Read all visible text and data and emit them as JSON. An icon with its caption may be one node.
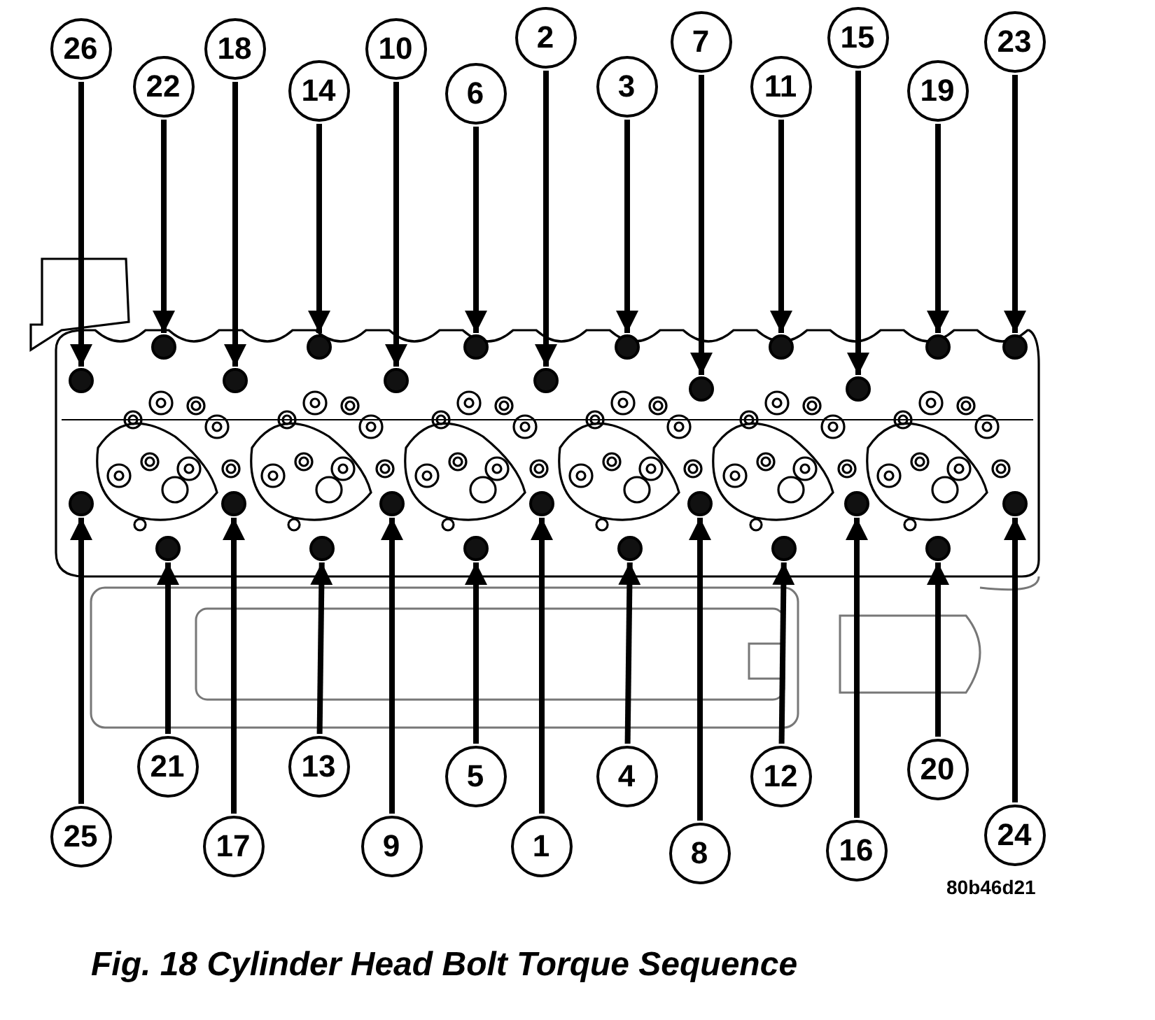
{
  "diagram": {
    "caption": "Fig. 18 Cylinder Head Bolt Torque Sequence",
    "nodes": [
      {
        "text": [
          "26"
        ]
      },
      {
        "text": [
          "22"
        ]
      },
      {
        "text": [
          "18"
        ]
      },
      {
        "text": [
          "14"
        ]
      },
      {
        "text": [
          "10"
        ]
      },
      {
        "text": [
          "6"
        ]
      },
      {
        "text": [
          "2"
        ]
      },
      {
        "text": [
          "3"
        ]
      },
      {
        "text": [
          "7"
        ]
      },
      {
        "text": [
          "11"
        ]
      },
      {
        "text": [
          "15"
        ]
      },
      {
        "text": [
          "19"
        ]
      },
      {
        "text": [
          "23"
        ]
      },
      {
        "text": [],
        "shape": "circle"
      },
      {
        "text": [],
        "shape": "circle"
      },
      {
        "text": [],
        "shape": "circle"
      },
      {
        "text": [],
        "shape": "circle"
      },
      {
        "text": [],
        "shape": "circle"
      },
      {
        "text": [],
        "shape": "circle"
      },
      {
        "text": [],
        "shape": "circle"
      },
      {
        "text": [],
        "shape": "circle"
      },
      {
        "text": [],
        "shape": "circle"
      },
      {
        "text": [],
        "shape": "circle"
      },
      {
        "text": [],
        "shape": "circle"
      },
      {
        "text": [],
        "shape": "circle"
      },
      {
        "text": [],
        "shape": "circle"
      },
      {
        "text": [],
        "shape": "circle"
      },
      {
        "text": [],
        "shape": "circle"
      },
      {
        "text": [],
        "shape": "circle"
      },
      {
        "text": [],
        "shape": "circle"
      },
      {
        "text": [],
        "shape": "circle"
      },
      {
        "text": [],
        "shape": "circle"
      },
      {
        "text": [],
        "shape": "circle"
      },
      {
        "text": [],
        "shape": "circle"
      },
      {
        "text": [],
        "shape": "circle"
      },
      {
        "text": [],
        "shape": "circle"
      },
      {
        "text": [],
        "shape": "circle"
      },
      {
        "text": [],
        "shape": "circle"
      },
      {
        "text": [],
        "shape": "circle"
      },
      {
        "text": [
          "25"
        ]
      },
      {
        "text": [
          "21"
        ]
      },
      {
        "text": [
          "17"
        ]
      },
      {
        "text": [
          "13"
        ]
      },
      {
        "text": [
          "9"
        ]
      },
      {
        "text": [
          "5"
        ]
      },
      {
        "text": [
          "1"
        ]
      },
      {
        "text": [
          "4"
        ]
      },
      {
        "text": [
          "8"
        ]
      },
      {
        "text": [
          "12"
        ]
      },
      {
        "text": [
          "16"
        ]
      },
      {
        "text": [
          "20"
        ]
      },
      {
        "text": [
          "24"
        ]
      }
    ],
    "edges": [
      {
        "from": 0,
        "to": 13,
        "arrow": "to"
      },
      {
        "from": 1,
        "to": 14,
        "arrow": "to"
      },
      {
        "from": 2,
        "to": 15,
        "arrow": "to"
      },
      {
        "from": 3,
        "to": 16,
        "arrow": "to"
      },
      {
        "from": 4,
        "to": 17,
        "arrow": "to"
      },
      {
        "from": 5,
        "to": 18,
        "arrow": "to"
      },
      {
        "from": 6,
        "to": 19,
        "arrow": "to"
      },
      {
        "from": 7,
        "to": 20,
        "arrow": "to"
      },
      {
        "from": 8,
        "to": 21,
        "arrow": "to"
      },
      {
        "from": 9,
        "to": 22,
        "arrow": "to"
      },
      {
        "from": 10,
        "to": 23,
        "arrow": "to"
      },
      {
        "from": 11,
        "to": 24,
        "arrow": "to"
      },
      {
        "from": 12,
        "to": 25,
        "arrow": "to"
      },
      {
        "from": 39,
        "to": 26,
        "arrow": "to"
      },
      {
        "from": 40,
        "to": 27,
        "arrow": "to"
      },
      {
        "from": 41,
        "to": 28,
        "arrow": "to"
      },
      {
        "from": 42,
        "to": 29,
        "arrow": "to"
      },
      {
        "from": 43,
        "to": 30,
        "arrow": "to"
      },
      {
        "from": 44,
        "to": 31,
        "arrow": "to"
      },
      {
        "from": 45,
        "to": 32,
        "arrow": "to"
      },
      {
        "from": 46,
        "to": 33,
        "arrow": "to"
      },
      {
        "from": 47,
        "to": 34,
        "arrow": "to"
      },
      {
        "from": 48,
        "to": 35,
        "arrow": "to"
      },
      {
        "from": 49,
        "to": 36,
        "arrow": "to"
      },
      {
        "from": 50,
        "to": 37,
        "arrow": "to"
      },
      {
        "from": 51,
        "to": 38,
        "arrow": "to"
      }
    ],
    "labels": [
      "80b46d21"
    ]
  }
}
